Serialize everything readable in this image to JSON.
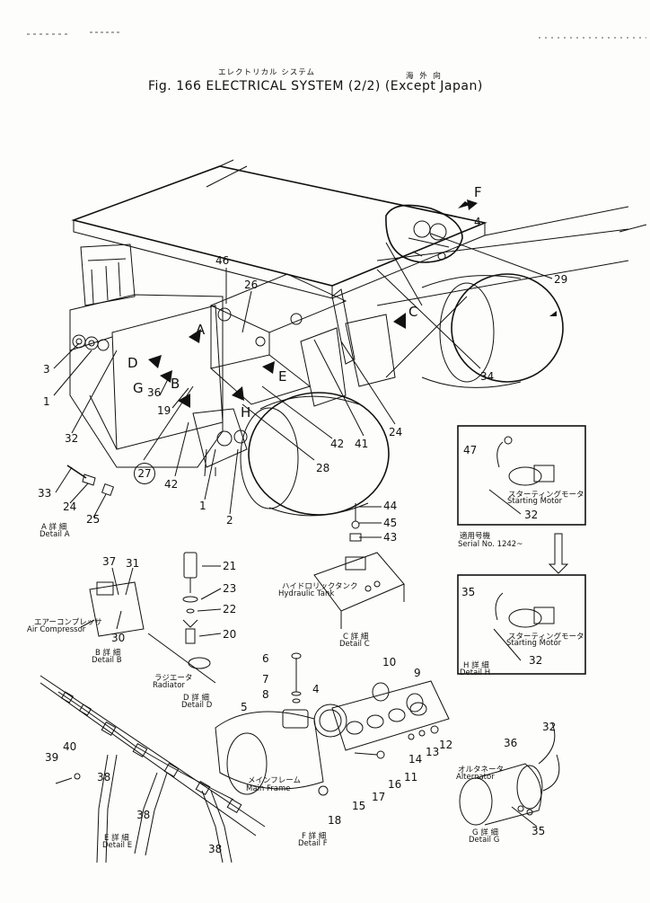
{
  "header": {
    "title_jp": "エレクトリカル システム",
    "region_jp": "海 外 向",
    "title": "Fig. 166 ELECTRICAL SYSTEM (2/2) (Except Japan)"
  },
  "views": [
    {
      "key": "A",
      "label": "A"
    },
    {
      "key": "B",
      "label": "B"
    },
    {
      "key": "C",
      "label": "C"
    },
    {
      "key": "D",
      "label": "D"
    },
    {
      "key": "E",
      "label": "E"
    },
    {
      "key": "F",
      "label": "F"
    },
    {
      "key": "G",
      "label": "G"
    },
    {
      "key": "H",
      "label": "H"
    }
  ],
  "parts": [
    "1",
    "2",
    "3",
    "4",
    "5",
    "6",
    "7",
    "8",
    "9",
    "10",
    "11",
    "12",
    "13",
    "14",
    "15",
    "16",
    "17",
    "18",
    "19",
    "20",
    "21",
    "22",
    "23",
    "24",
    "25",
    "26",
    "27",
    "28",
    "29",
    "30",
    "31",
    "32",
    "33",
    "34",
    "35",
    "36",
    "37",
    "38",
    "39",
    "40",
    "41",
    "42",
    "43",
    "44",
    "45",
    "46",
    "47"
  ],
  "detail_labels": {
    "a_jp": "A 詳 細",
    "a": "Detail A",
    "b_jp": "B 詳 細",
    "b": "Detail B",
    "c_jp": "C 詳 細",
    "c": "Detail C",
    "d_jp": "D 詳 細",
    "d": "Detail D",
    "e_jp": "E 詳 細",
    "e": "Detail E",
    "f_jp": "F 詳 細",
    "f": "Detail F",
    "g_jp": "G 詳 細",
    "g": "Detail G",
    "h_jp": "H 詳 細",
    "h": "Detail H"
  },
  "components": {
    "air_compressor_jp": "エアーコンプレッサ",
    "air_compressor": "Air Compressor",
    "radiator_jp": "ラジエータ",
    "radiator": "Radiator",
    "hydraulic_tank_jp": "ハイドロリックタンク",
    "hydraulic_tank": "Hydraulic Tank",
    "main_frame_jp": "メインフレーム",
    "main_frame": "Main Frame",
    "alternator_jp": "オルタネータ",
    "alternator": "Alternator",
    "starting_motor_jp": "スターティングモータ",
    "starting_motor": "Starting Motor"
  },
  "serial": {
    "jp": "適用号機",
    "label": "Serial No. 1242~"
  }
}
